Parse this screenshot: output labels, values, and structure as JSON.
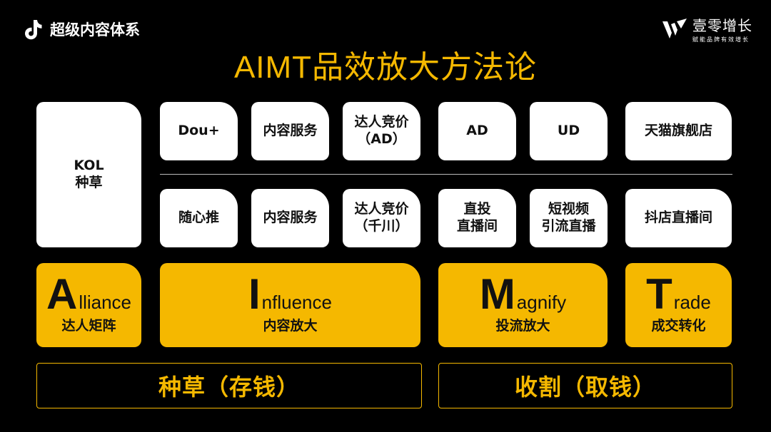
{
  "header": {
    "brand": "超级内容体系",
    "logo_main": "壹零增长",
    "logo_sub": "赋能品牌有效增长"
  },
  "title": "AIMT品效放大方法论",
  "kol_card": "KOL\n种草",
  "row1": [
    "Dou+",
    "内容服务",
    "达人竞价\n（AD）",
    "AD",
    "UD",
    "天猫旗舰店"
  ],
  "row2": [
    "随心推",
    "内容服务",
    "达人竞价\n（千川）",
    "直投\n直播间",
    "短视频\n引流直播",
    "抖店直播间"
  ],
  "pillars": [
    {
      "big": "A",
      "rest": "lliance",
      "cn": "达人矩阵"
    },
    {
      "big": "I",
      "rest": "nfluence",
      "cn": "内容放大"
    },
    {
      "big": "M",
      "rest": "agnify",
      "cn": "投流放大"
    },
    {
      "big": "T",
      "rest": "rade",
      "cn": "成交转化"
    }
  ],
  "bottom": [
    "种草（存钱）",
    "收割（取钱）"
  ],
  "colors": {
    "accent": "#f5b800",
    "background": "#000000",
    "card": "#ffffff"
  }
}
